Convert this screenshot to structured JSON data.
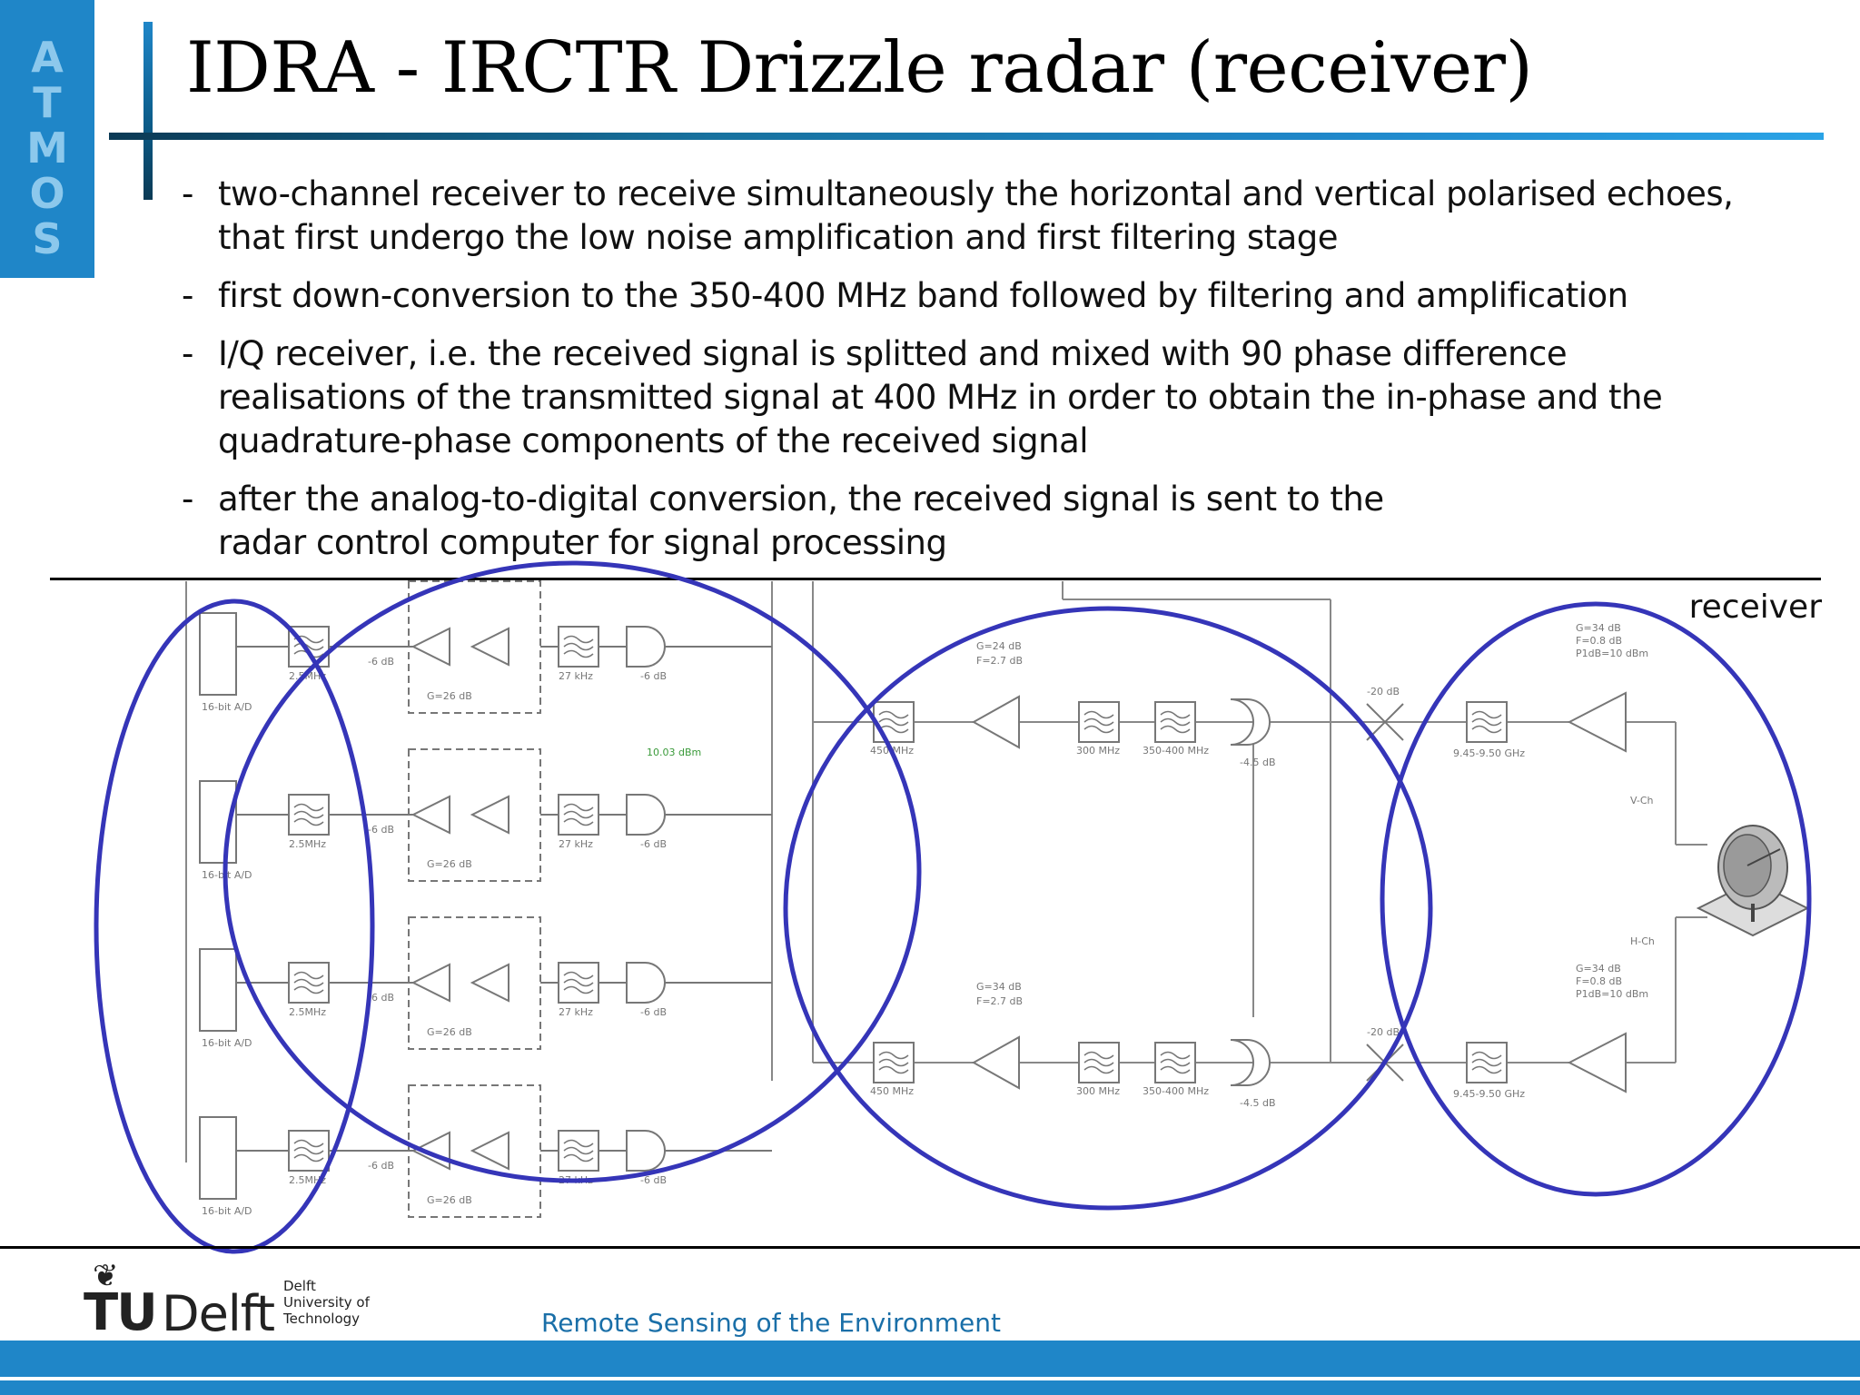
{
  "sidebar": {
    "letters": [
      "A",
      "T",
      "M",
      "O",
      "S"
    ]
  },
  "title": "IDRA - IRCTR Drizzle radar (receiver)",
  "bullets": [
    {
      "dash": "-",
      "lines": [
        "two-channel receiver to receive simultaneously the horizontal and vertical polarised echoes,",
        "that first undergo the low noise amplification and first filtering stage"
      ]
    },
    {
      "dash": "-",
      "lines": [
        "first down-conversion to the 350-400 MHz band followed by filtering and amplification"
      ]
    },
    {
      "dash": "-",
      "lines": [
        "I/Q receiver, i.e. the received signal is splitted and mixed with 90  phase difference",
        "realisations of the transmitted signal at 400 MHz in order to obtain the in-phase and the",
        "quadrature-phase components of the received signal"
      ]
    },
    {
      "dash": "-",
      "lines": [
        "after the analog-to-digital conversion, the received signal is sent to the",
        "radar control computer for signal processing"
      ]
    }
  ],
  "diagram": {
    "label": "receiver",
    "adc_label": "16-bit A/D",
    "lo_mixer_label": "-6 dB",
    "lpf_label": "27 kHz",
    "bpf_label": "2.5MHz",
    "amp_gain_label": "G=26 dB",
    "upper_chain": {
      "lna_gain": "G=34 dB",
      "lna_nf": "F=0.8 dB",
      "lna_p1": "P1dB=10 dBm",
      "rf_filter": "9.45-9.50 GHz",
      "coupler": "-20 dB",
      "if_amp_gain": "G=24 dB",
      "if_amp_nf": "F=2.7 dB",
      "if_filter1": "300 MHz",
      "if_filter2": "350-400 MHz",
      "mixer_loss": "-4.5 dB",
      "lo_filter": "450 MHz",
      "channel": "V-Ch"
    },
    "lower_chain": {
      "lna_gain": "G=34 dB",
      "lna_nf": "F=0.8 dB",
      "lna_p1": "P1dB=10 dBm",
      "rf_filter": "9.45-9.50 GHz",
      "coupler": "-20 dB",
      "if_amp_gain": "G=34 dB",
      "if_amp_nf": "F=2.7 dB",
      "if_filter1": "300 MHz",
      "if_filter2": "350-400 MHz",
      "mixer_loss": "-4.5 dB",
      "lo_filter": "450 MHz",
      "channel": "H-Ch"
    },
    "lo_level": "10.03 dBm",
    "colors": {
      "circle": "#3535b8",
      "schematic": "#777777",
      "schematic_label": "#c04050"
    }
  },
  "footer": {
    "logo_tu": "TU",
    "logo_delft": "Delft",
    "logo_sub": [
      "Delft",
      "University of",
      "Technology"
    ],
    "department": "Remote Sensing of the Environment"
  }
}
